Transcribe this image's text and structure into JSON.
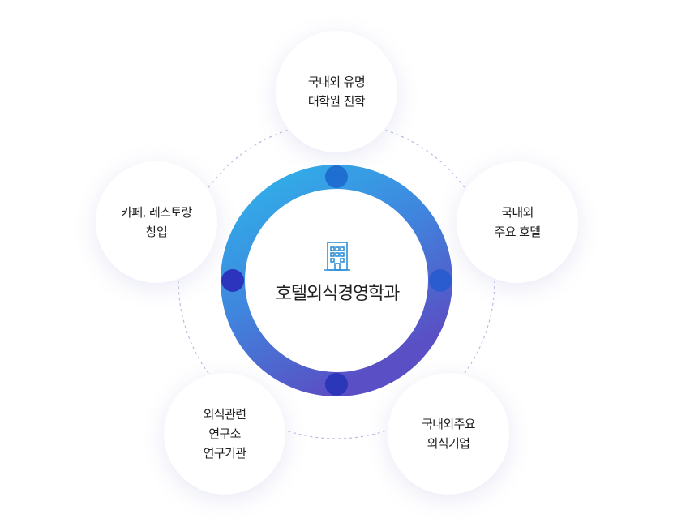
{
  "center": {
    "title": "호텔외식경영학과",
    "icon": "building-icon"
  },
  "nodes": [
    {
      "id": "top",
      "label": "국내외 유명\n대학원 진학"
    },
    {
      "id": "right",
      "label": "국내외\n주요 호텔"
    },
    {
      "id": "bottom-right",
      "label": "국내외주요\n외식기업"
    },
    {
      "id": "bottom-left",
      "label": "외식관련\n연구소\n연구기관"
    },
    {
      "id": "left",
      "label": "카페, 레스토랑\n창업"
    }
  ],
  "colors": {
    "ring_gradient": [
      "#2fb4ea",
      "#3f86de",
      "#5a4fc4"
    ],
    "ring_dot": [
      "#1f6fd2",
      "#2b5ccf",
      "#2c36b8",
      "#2c33bc"
    ],
    "connector": "#b8b8e8",
    "icon": "#2f8fd8"
  }
}
